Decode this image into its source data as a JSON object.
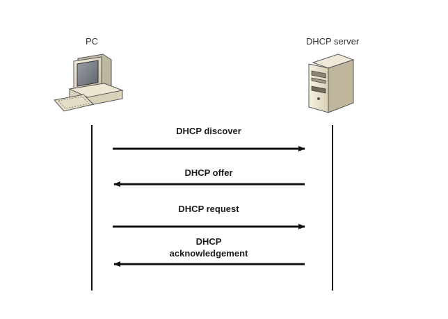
{
  "nodes": {
    "client": {
      "label": "PC",
      "icon": "desktop-computer-icon"
    },
    "server": {
      "label": "DHCP server",
      "icon": "server-tower-icon"
    }
  },
  "messages": [
    {
      "lines": [
        "DHCP discover"
      ],
      "direction": "to-server"
    },
    {
      "lines": [
        "DHCP offer"
      ],
      "direction": "to-client"
    },
    {
      "lines": [
        "DHCP request"
      ],
      "direction": "to-server"
    },
    {
      "lines": [
        "DHCP",
        "acknowledgement"
      ],
      "direction": "to-client"
    }
  ]
}
